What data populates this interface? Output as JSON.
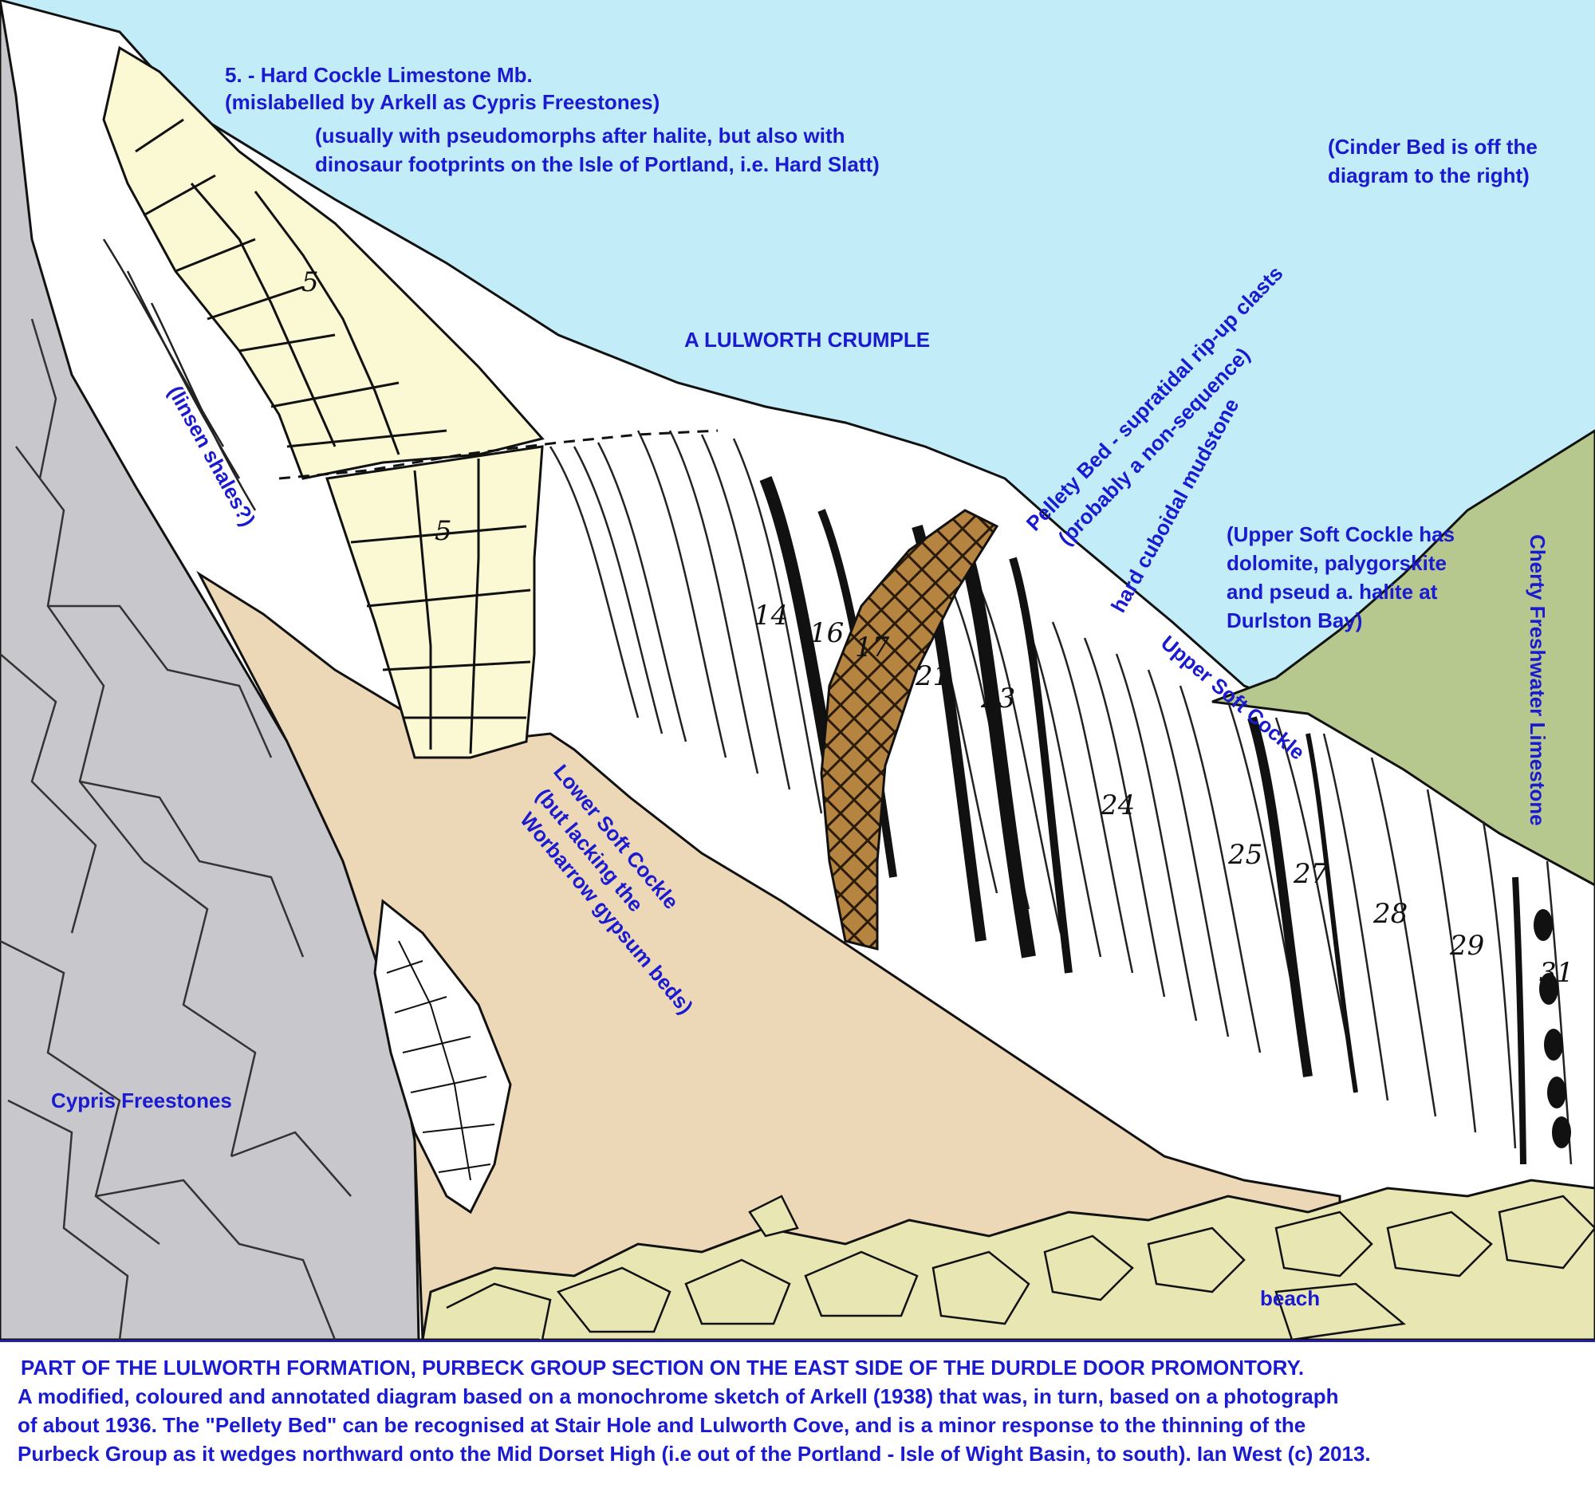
{
  "labels": {
    "hard_cockle_1": "5. - Hard Cockle Limestone Mb.",
    "hard_cockle_2": "(mislabelled by Arkell as Cypris Freestones)",
    "halite_1": "(usually with pseudomorphs after halite, but also with",
    "halite_2": "dinosaur footprints on the Isle of Portland, i.e. Hard Slatt)",
    "cinder_1": "(Cinder Bed is off the",
    "cinder_2": "diagram to the right)",
    "crumple": "A LULWORTH CRUMPLE",
    "linsen": "(linsen shales?)",
    "pellety_1": "Pellety Bed - supratidal rip-up clasts",
    "pellety_2": "(probably a non-sequence)",
    "mudstone": "hard cuboidal mudstone",
    "upper_note_1": "(Upper Soft Cockle has",
    "upper_note_2": "dolomite, palygorskite",
    "upper_note_3": "and pseud a. halite at",
    "upper_note_4": "Durlston Bay)",
    "upper_soft": "Upper Soft Cockle",
    "cherty": "Cherty Freshwater Limestone",
    "lower_1": "Lower Soft Cockle",
    "lower_2": "(but lacking the",
    "lower_3": "Worbarrow gypsum beds)",
    "cypris": "Cypris Freestones",
    "beach": "beach"
  },
  "bed_numbers": {
    "b5a": "5",
    "b5b": "5",
    "b14": "14",
    "b16": "16",
    "b17": "17",
    "b21": "21",
    "b23": "23",
    "b24": "24",
    "b25": "25",
    "b27": "27",
    "b28": "28",
    "b29": "29",
    "b31": "31"
  },
  "caption": {
    "line1": "PART OF THE LULWORTH FORMATION, PURBECK GROUP SECTION ON THE EAST SIDE OF THE DURDLE DOOR PROMONTORY.",
    "line2": "A modified, coloured and annotated diagram based on a monochrome sketch of Arkell (1938) that was, in turn, based on a photograph",
    "line3": "of about 1936.  The \"Pellety Bed\" can be recognised at Stair Hole and Lulworth Cove, and is a minor response to the thinning of the",
    "line4": "Purbeck Group as it wedges northward onto the Mid Dorset High (i.e out of the Portland - Isle of Wight Basin, to south). Ian West (c) 2013."
  },
  "colors": {
    "sky": "#c2ecf8",
    "grey_rock": "#c8c8cc",
    "hard_cockle": "#fbf8d4",
    "lower_soft_cockle": "#ecd8b6",
    "pellety_bed": "#b58440",
    "cherty": "#b7c88f",
    "beach": "#e8e6b3",
    "label_text": "#1a1ad0"
  }
}
